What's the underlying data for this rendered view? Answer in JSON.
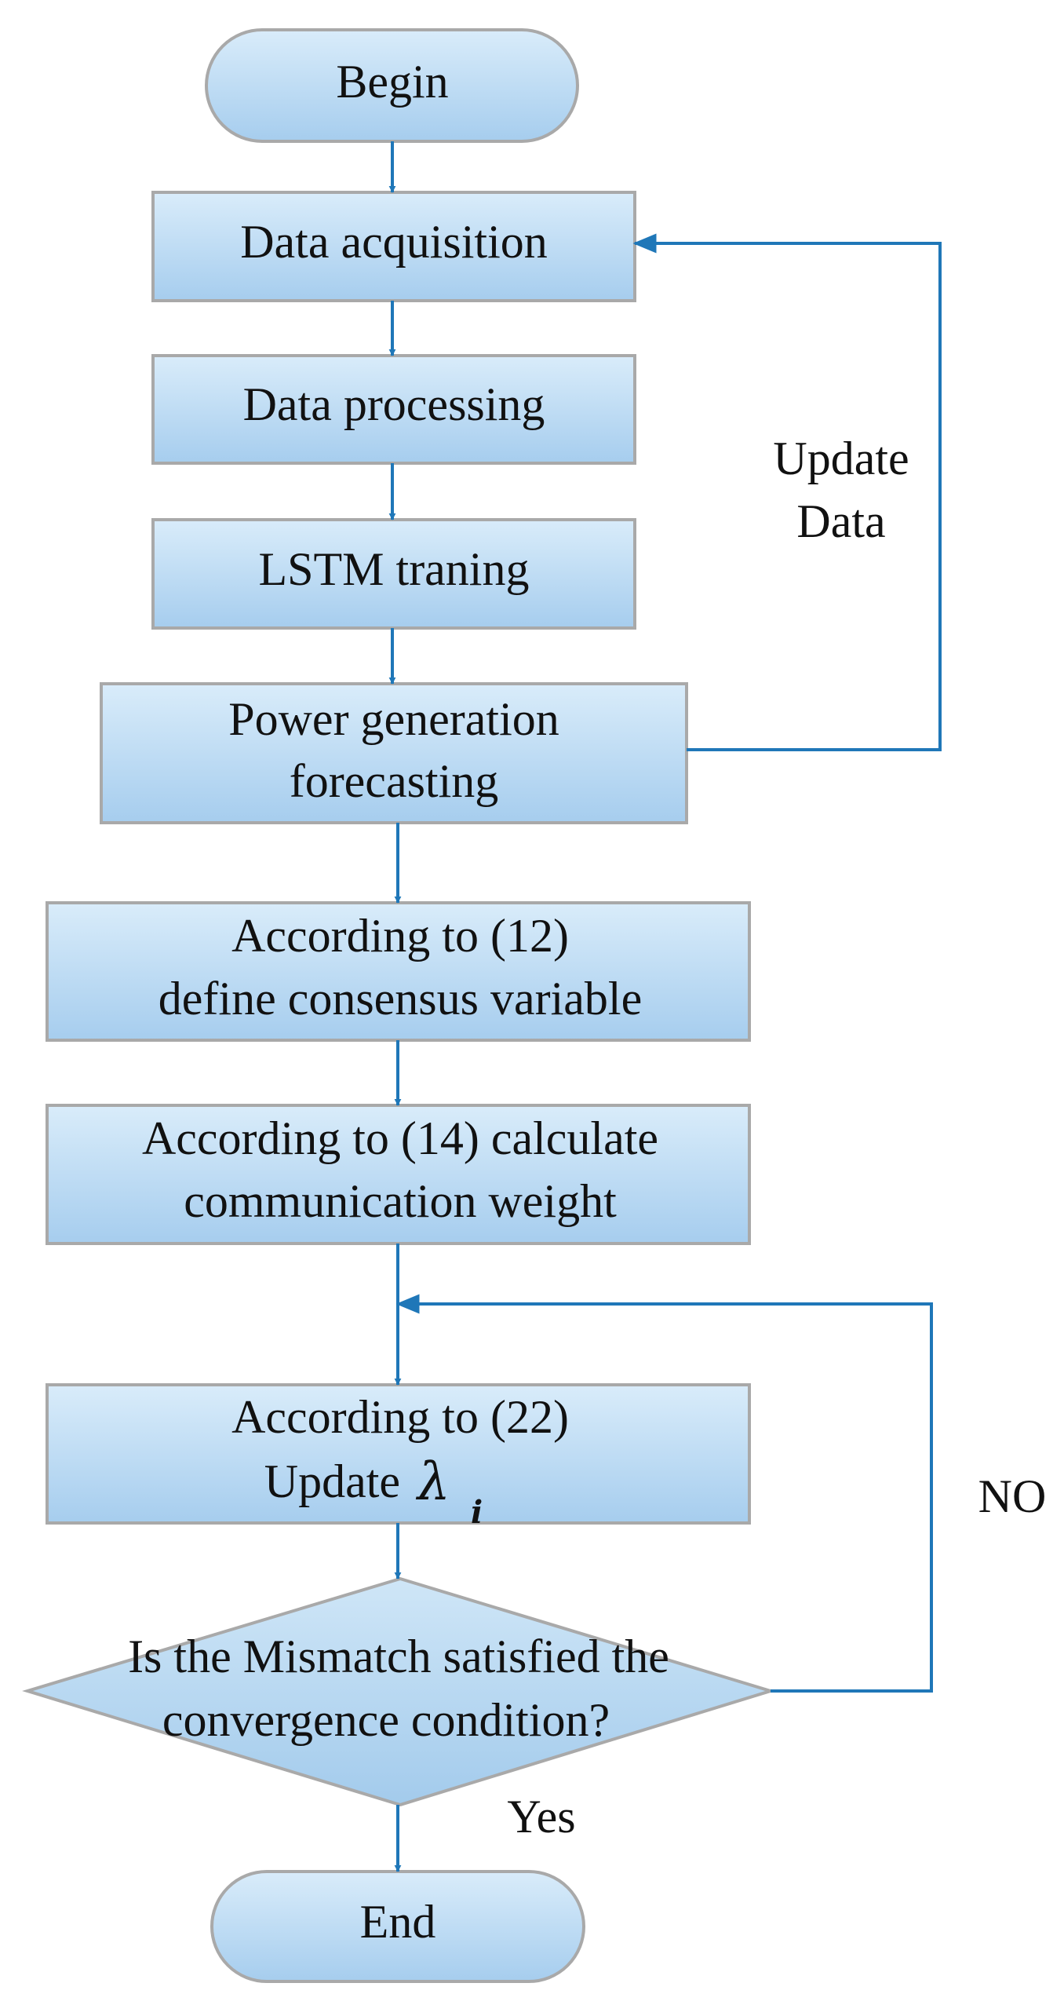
{
  "nodes": {
    "begin": {
      "label": "Begin"
    },
    "data_acquisition": {
      "label": "Data acquisition"
    },
    "data_processing": {
      "label": "Data processing"
    },
    "lstm_training": {
      "label": "LSTM traning"
    },
    "forecasting": {
      "line1": "Power generation",
      "line2": "forecasting"
    },
    "consensus": {
      "line1": "According to (12)",
      "line2": "define consensus variable"
    },
    "weight": {
      "line1": "According to (14) calculate",
      "line2": "communication weight"
    },
    "update_lambda": {
      "line1": "According to (22)",
      "line2_prefix": "Update",
      "symbol": "λ",
      "subscript": "i"
    },
    "decision": {
      "line1": "Is the Mismatch satisfied the",
      "line2": "convergence condition?"
    },
    "end": {
      "label": "End"
    }
  },
  "edge_labels": {
    "update_data_line1": "Update",
    "update_data_line2": "Data",
    "no": "NO",
    "yes": "Yes"
  },
  "colors": {
    "arrow": "#1f77b8",
    "box_fill_top": "#d7eaf8",
    "box_fill_bottom": "#a9cfee",
    "border": "#a9a9a9"
  }
}
